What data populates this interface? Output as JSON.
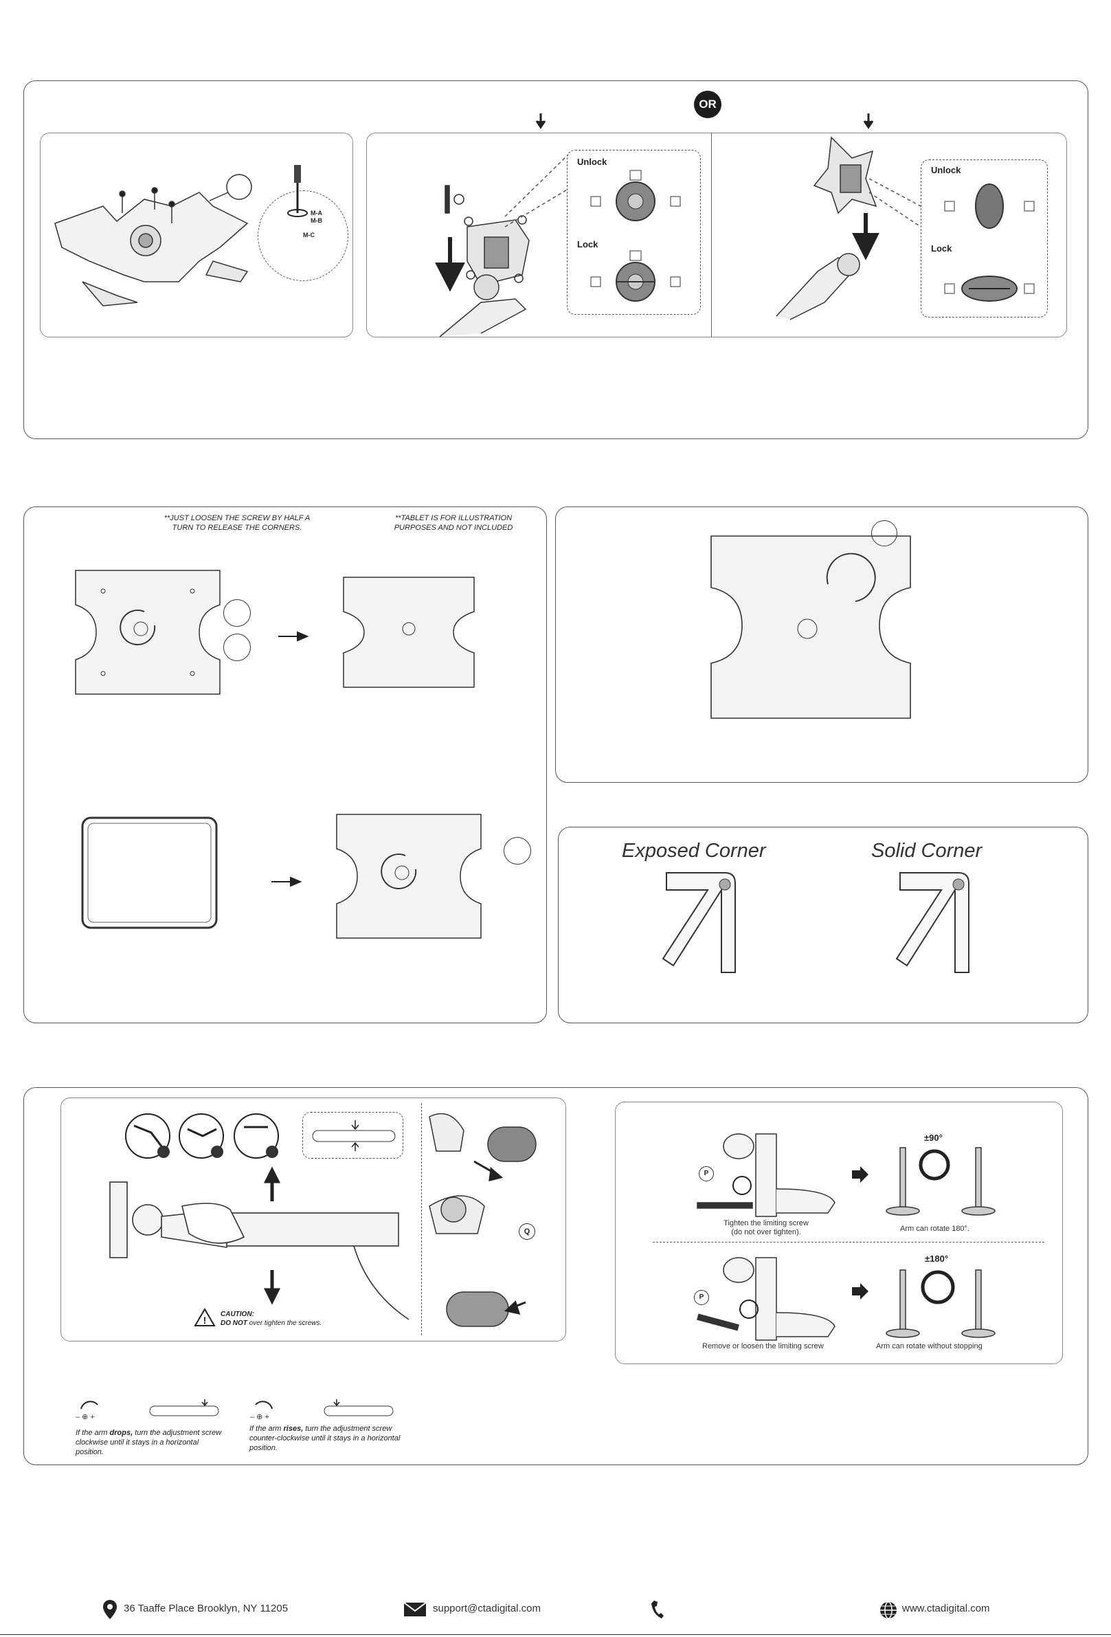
{
  "section1": {
    "or_badge": "OR",
    "lock_a": {
      "unlock": "Unlock",
      "lock": "Lock"
    },
    "lock_b": {
      "unlock": "Unlock",
      "lock": "Lock"
    },
    "screw_labels": [
      "M-A",
      "M-B",
      "M-C"
    ]
  },
  "section2": {
    "note_loosen": "**JUST LOOSEN THE SCREW BY HALF A TURN TO RELEASE THE CORNERS.",
    "note_tablet": "**TABLET IS FOR ILLUSTRATION PURPOSES AND NOT INCLUDED",
    "exposed_corner": "Exposed Corner",
    "solid_corner": "Solid Corner"
  },
  "section3": {
    "caution_title": "CAUTION:",
    "caution_bold": "DO NOT",
    "caution_rest": " over tighten the screws.",
    "callout_q": "Q",
    "callout_p1": "P",
    "callout_p2": "P",
    "rotate_90": "±90°",
    "rotate_180": "±180°",
    "tighten_text": "Tighten the limiting screw (do not over tighten).",
    "arm_180_text": "Arm can rotate 180°.",
    "remove_text": "Remove or loosen the limiting screw",
    "arm_free_text": "Arm can rotate without stopping",
    "drops_pre": "If the arm ",
    "drops_bold": "drops,",
    "drops_post": " turn the adjustment screw clockwise until it stays in a horizontal position.",
    "rises_pre": "If the arm ",
    "rises_bold": "rises,",
    "rises_post": " turn the adjustment screw counter-clockwise until it stays in a horizontal position.",
    "minus_plus": "– ⊕ +"
  },
  "footer": {
    "address": "36 Taaffe Place Brooklyn, NY 11205",
    "email": "support@ctadigital.com",
    "website": "www.ctadigital.com"
  }
}
